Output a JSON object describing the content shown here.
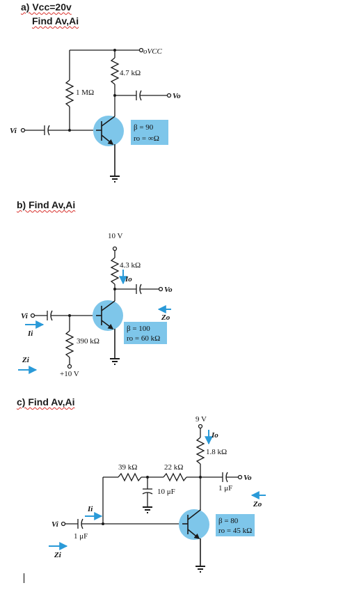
{
  "problem_a": {
    "line1": "a)  Vcc=20v",
    "line2": "Find Av,Ai",
    "labels": {
      "vcc": "oVCC",
      "rc": "4.7 kΩ",
      "rb": "1 MΩ",
      "vo": "Vo",
      "vi": "Vi",
      "beta": "β = 90",
      "ro": "ro = ∞Ω"
    }
  },
  "problem_b": {
    "line1": "b) Find Av,Ai",
    "labels": {
      "vcc": "10 V",
      "rc": "4.3 kΩ",
      "io": "Io",
      "vo": "Vo",
      "zo": "Zo",
      "vi": "Vi",
      "ii": "Ii",
      "rb": "390 kΩ",
      "zi": "Zi",
      "vee": "+10 V",
      "beta": "β = 100",
      "ro": "ro = 60 kΩ"
    }
  },
  "problem_c": {
    "line1": "c)  Find Av,Ai",
    "labels": {
      "vcc": "9 V",
      "io": "Io",
      "rc": "1.8 kΩ",
      "rf1": "39 kΩ",
      "rf2": "22 kΩ",
      "cap_bypass": "10 μF",
      "cap_out": "1 μF",
      "vo": "Vo",
      "zo": "Zo",
      "ii": "Ii",
      "vi": "Vi",
      "cap_in": "1 μF",
      "zi": "Zi",
      "beta": "β = 80",
      "ro": "ro = 45 kΩ"
    }
  },
  "colors": {
    "transistor_fill": "#7ec6ea",
    "arrow": "#2a9ad8",
    "wire": "#1a1a1a"
  }
}
